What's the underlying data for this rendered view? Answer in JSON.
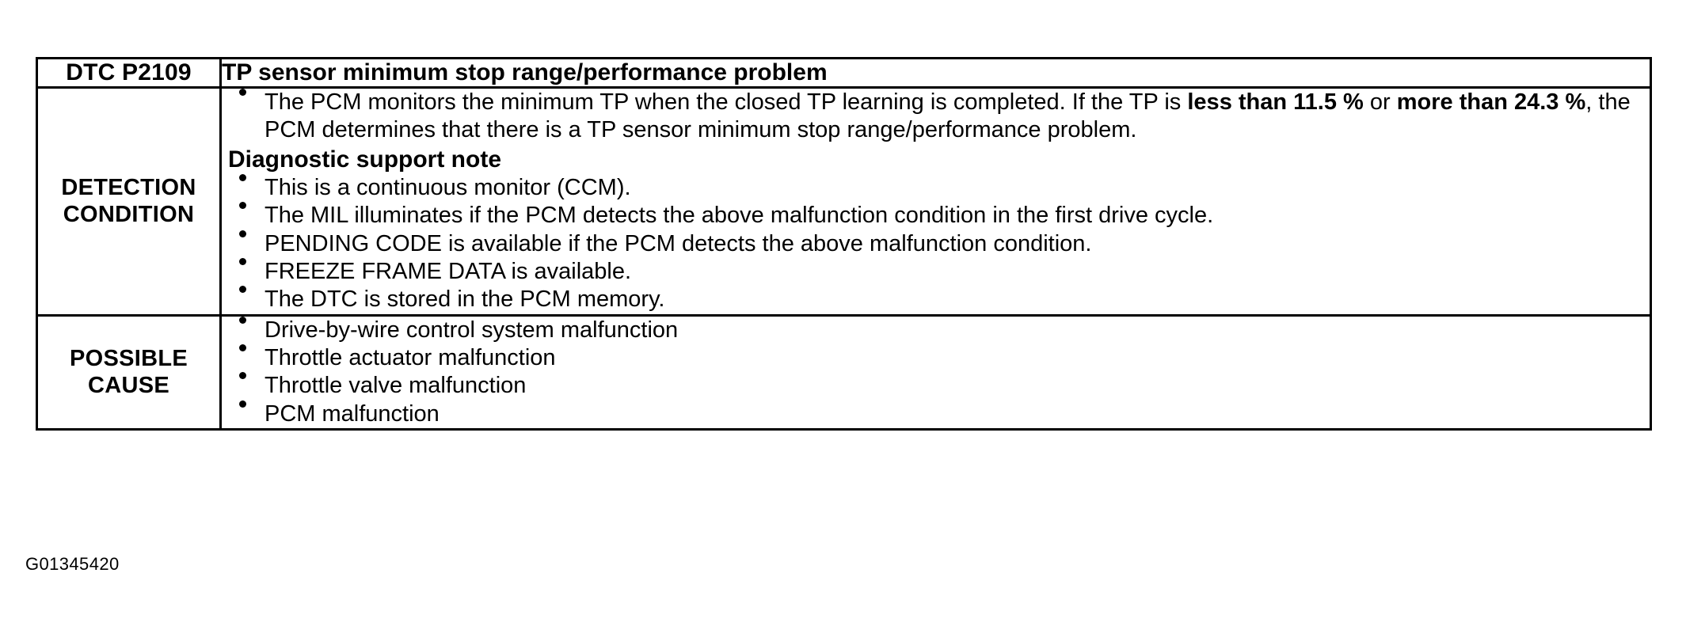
{
  "table": {
    "header": {
      "dtc_id": "DTC P2109",
      "title": "TP sensor minimum stop range/performance problem"
    },
    "rows": [
      {
        "label": "DETECTION CONDITION",
        "label_line1": "DETECTION",
        "label_line2": "CONDITION",
        "intro_bullets": [
          {
            "segments": [
              {
                "text": "The PCM monitors the minimum TP when the closed TP learning is completed. If the TP is ",
                "bold": false
              },
              {
                "text": "less than 11.5 %",
                "bold": true
              },
              {
                "text": " or ",
                "bold": false
              },
              {
                "text": "more than 24.3 %",
                "bold": true
              },
              {
                "text": ", the PCM determines that there is a TP sensor minimum stop range/performance problem.",
                "bold": false
              }
            ]
          }
        ],
        "subheading": "Diagnostic support note",
        "note_bullets": [
          "This is a continuous monitor (CCM).",
          "The MIL illuminates if the PCM detects the above malfunction condition in the first drive cycle.",
          "PENDING CODE is available if the PCM detects the above malfunction condition.",
          "FREEZE FRAME DATA is available.",
          "The DTC is stored in the PCM memory."
        ]
      },
      {
        "label": "POSSIBLE CAUSE",
        "label_line1": "POSSIBLE",
        "label_line2": "CAUSE",
        "cause_bullets": [
          "Drive-by-wire control system malfunction",
          "Throttle actuator malfunction",
          "Throttle valve malfunction",
          "PCM malfunction"
        ]
      }
    ]
  },
  "figure_code": "G01345420",
  "colors": {
    "text": "#000000",
    "background": "#ffffff",
    "border": "#000000"
  }
}
